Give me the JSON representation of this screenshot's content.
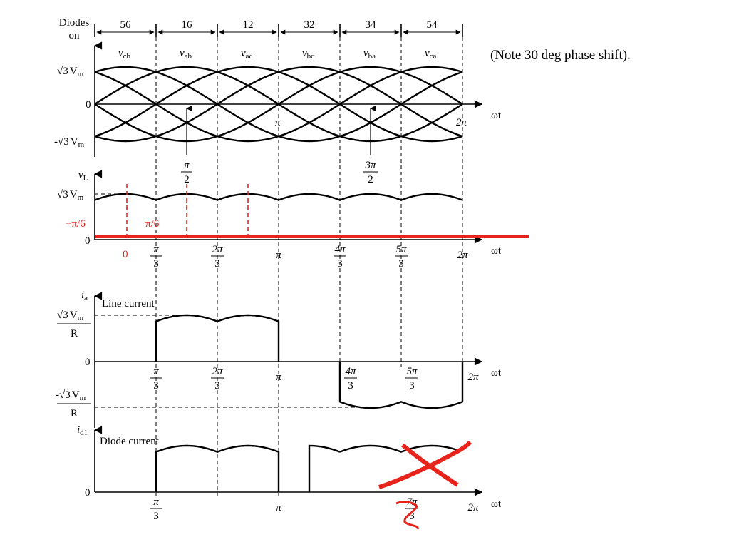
{
  "note": "(Note 30 deg phase shift).",
  "diodes_header": {
    "title_line1": "Diodes",
    "title_line2": "on",
    "pairs": [
      "56",
      "16",
      "12",
      "32",
      "34",
      "54"
    ]
  },
  "phase_labels": [
    "v",
    "v",
    "v",
    "v",
    "v",
    "v"
  ],
  "phase_subs": [
    "cb",
    "ab",
    "ac",
    "bc",
    "ba",
    "ca"
  ],
  "panel1": {
    "y_top_root": "√3",
    "y_top_v": "V",
    "y_top_sub": "m",
    "y_zero": "0",
    "y_bottom_root": "-√3",
    "y_bottom_v": "V",
    "y_bottom_sub": "m",
    "pi": "π",
    "two_pi": "2π",
    "wt": "ωt",
    "pi_half_num": "π",
    "pi_half_den": "2",
    "three_pi_half_num": "3π",
    "three_pi_half_den": "2"
  },
  "panel2": {
    "y_label": "v",
    "y_label_sub": "L",
    "y_top_root": "√3",
    "y_top_v": "V",
    "y_top_sub": "m",
    "y_zero": "0",
    "minus_pi6": "−π/6",
    "pi6": "π/6",
    "red_zero": "0",
    "ticks": [
      {
        "num": "π",
        "den": "3"
      },
      {
        "num": "2π",
        "den": "3"
      },
      {
        "num": "π",
        "den": ""
      },
      {
        "num": "4π",
        "den": "3"
      },
      {
        "num": "5π",
        "den": "3"
      },
      {
        "num": "2π",
        "den": ""
      }
    ],
    "wt": "ωt"
  },
  "panel3": {
    "y_label": "i",
    "y_label_sub": "a",
    "title": "Line current",
    "y_top_num_root": "√3",
    "y_top_num_v": "V",
    "y_top_num_sub": "m",
    "y_top_den": "R",
    "y_zero": "0",
    "y_bot_num_root": "-√3",
    "y_bot_num_v": "V",
    "y_bot_num_sub": "m",
    "y_bot_den": "R",
    "ticks": [
      {
        "num": "π",
        "den": "3"
      },
      {
        "num": "2π",
        "den": "3"
      },
      {
        "num": "π",
        "den": ""
      },
      {
        "num": "4π",
        "den": "3"
      },
      {
        "num": "5π",
        "den": "3"
      },
      {
        "num": "2π",
        "den": ""
      }
    ],
    "wt": "ωt"
  },
  "panel4": {
    "y_label": "i",
    "y_label_sub": "d1",
    "title": "Diode current",
    "y_zero": "0",
    "ticks": [
      {
        "num": "π",
        "den": "3"
      },
      {
        "num": "π",
        "den": ""
      },
      {
        "num": "7π",
        "den": "3"
      },
      {
        "num": "2π",
        "den": ""
      }
    ],
    "wt": "ωt"
  },
  "colors": {
    "ink": "#000000",
    "annotation": "#e8231c"
  }
}
